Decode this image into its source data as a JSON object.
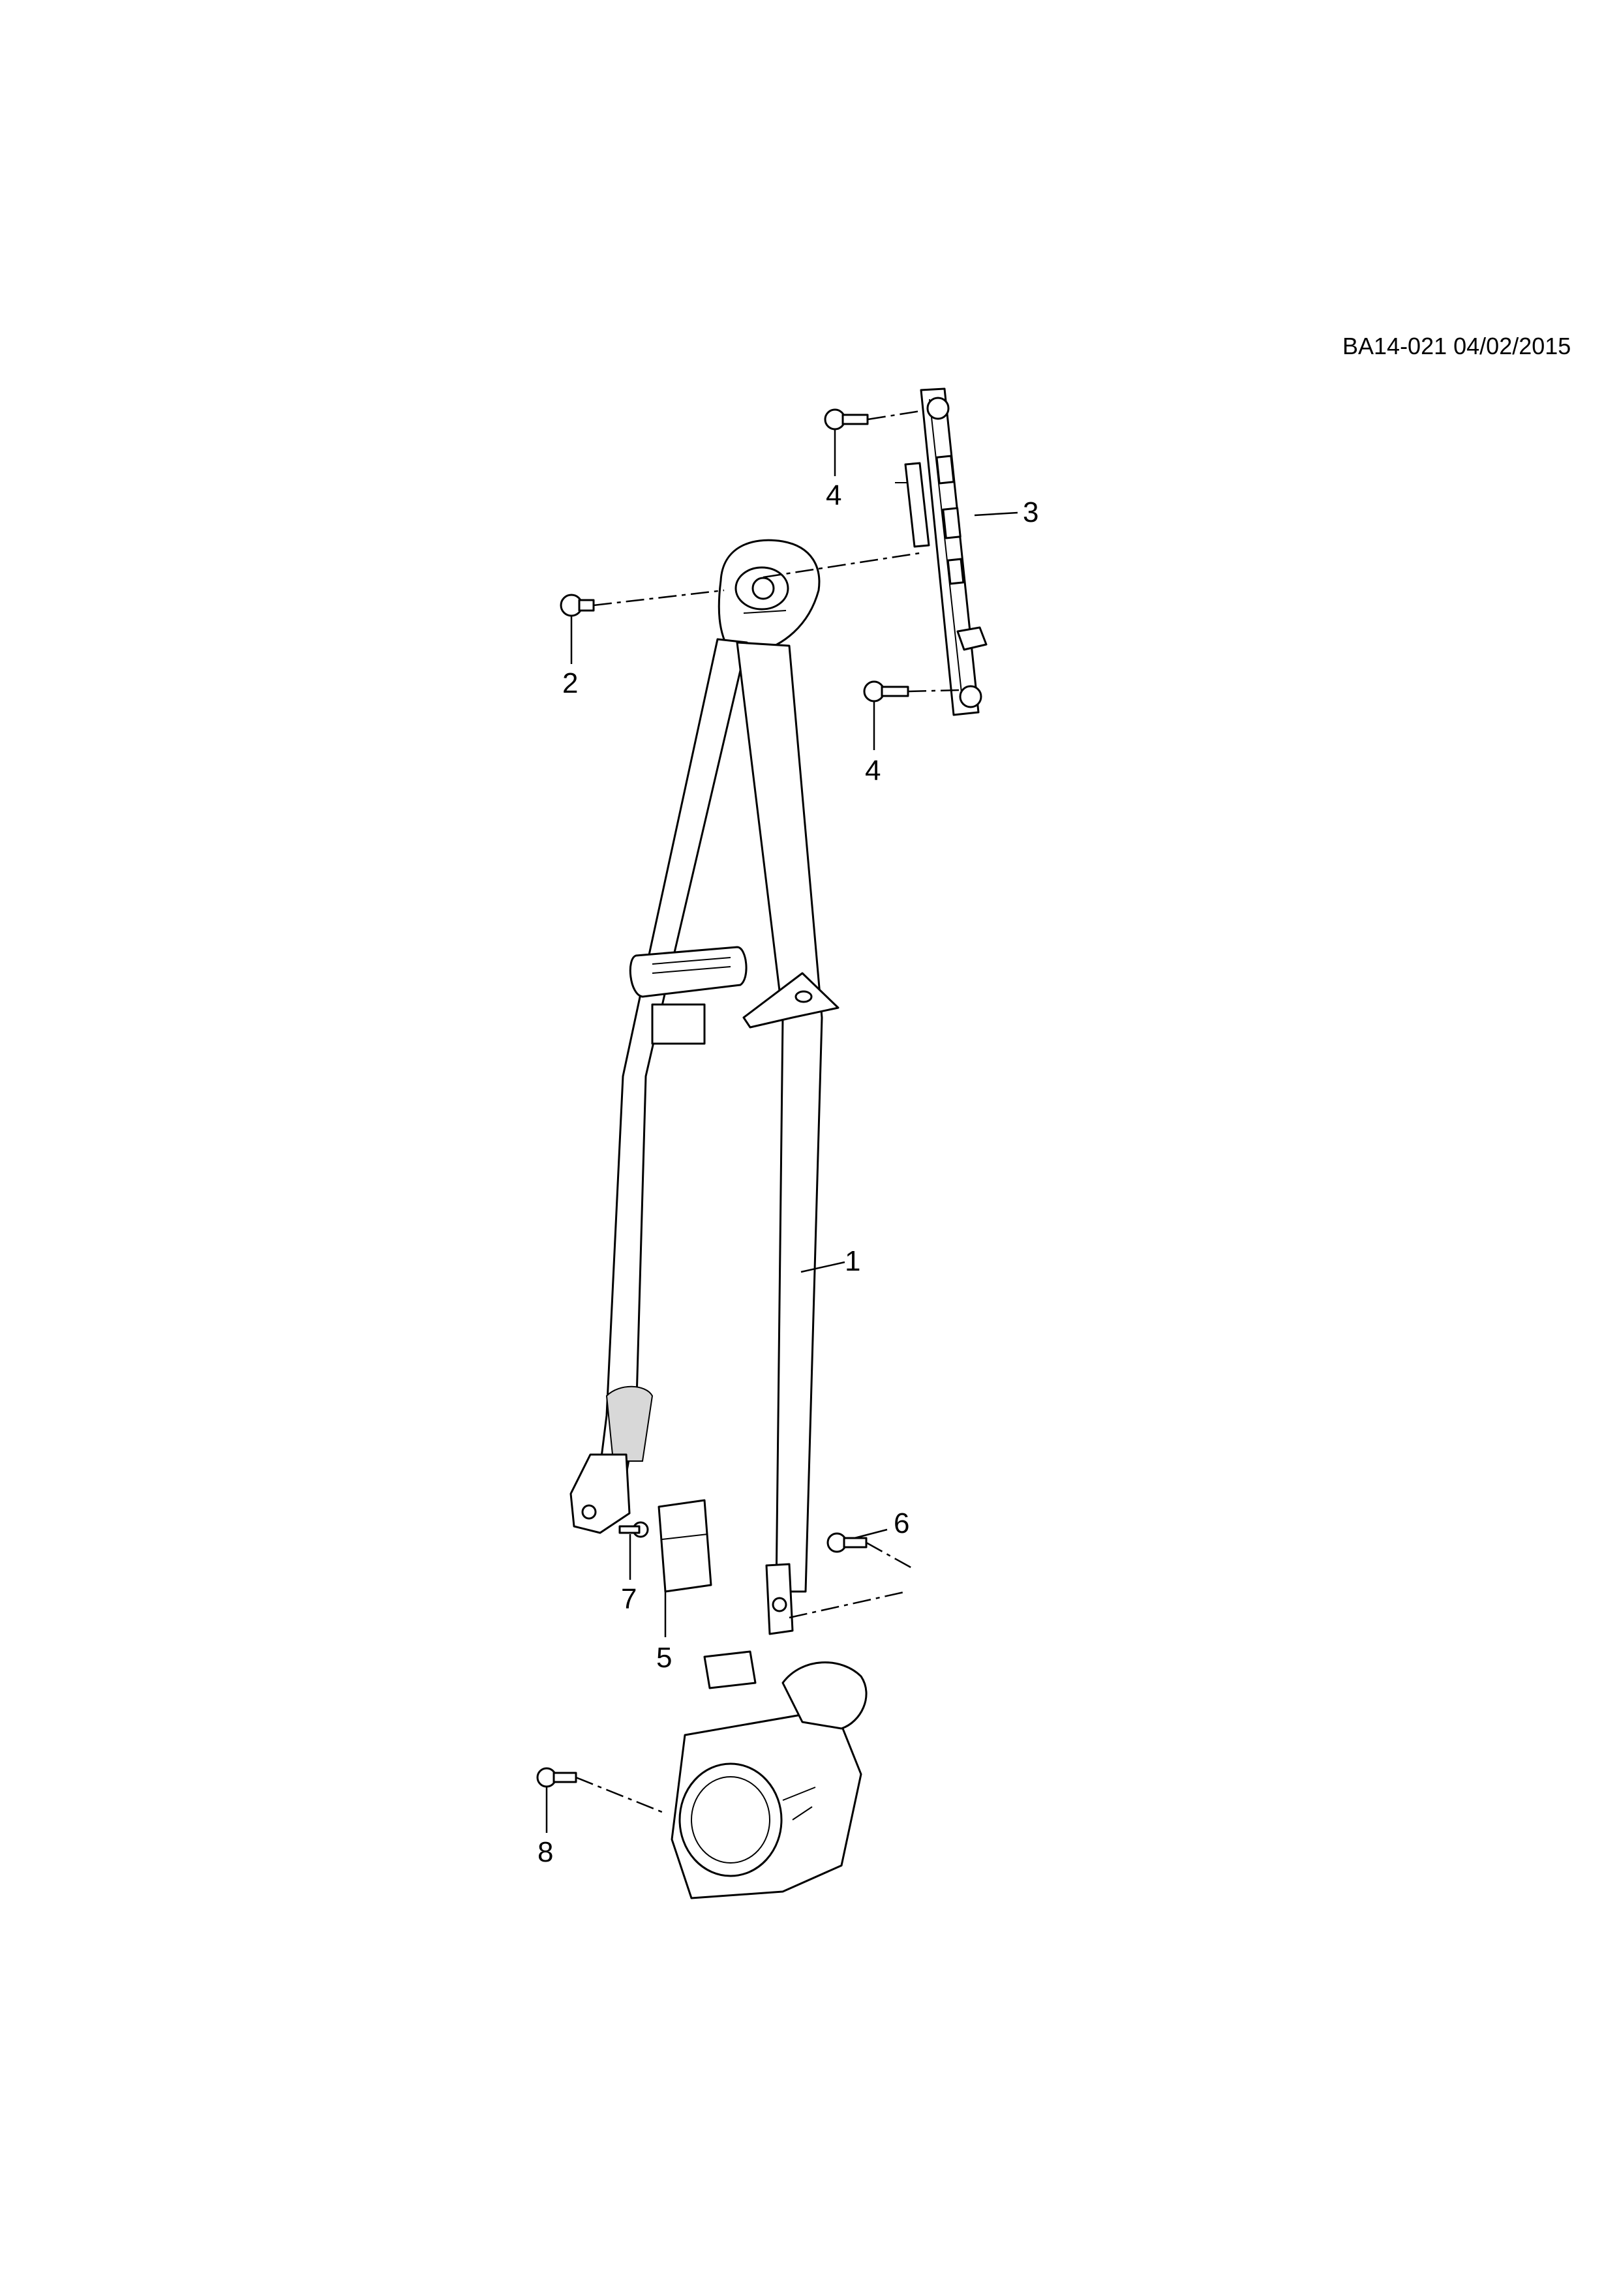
{
  "drawing": {
    "reference": "BA14-021 04/02/2015"
  },
  "callouts": [
    {
      "id": "1",
      "label": "1"
    },
    {
      "id": "2",
      "label": "2"
    },
    {
      "id": "3",
      "label": "3"
    },
    {
      "id": "4a",
      "label": "4"
    },
    {
      "id": "4b",
      "label": "4"
    },
    {
      "id": "5",
      "label": "5"
    },
    {
      "id": "6",
      "label": "6"
    },
    {
      "id": "7",
      "label": "7"
    },
    {
      "id": "8",
      "label": "8"
    }
  ]
}
